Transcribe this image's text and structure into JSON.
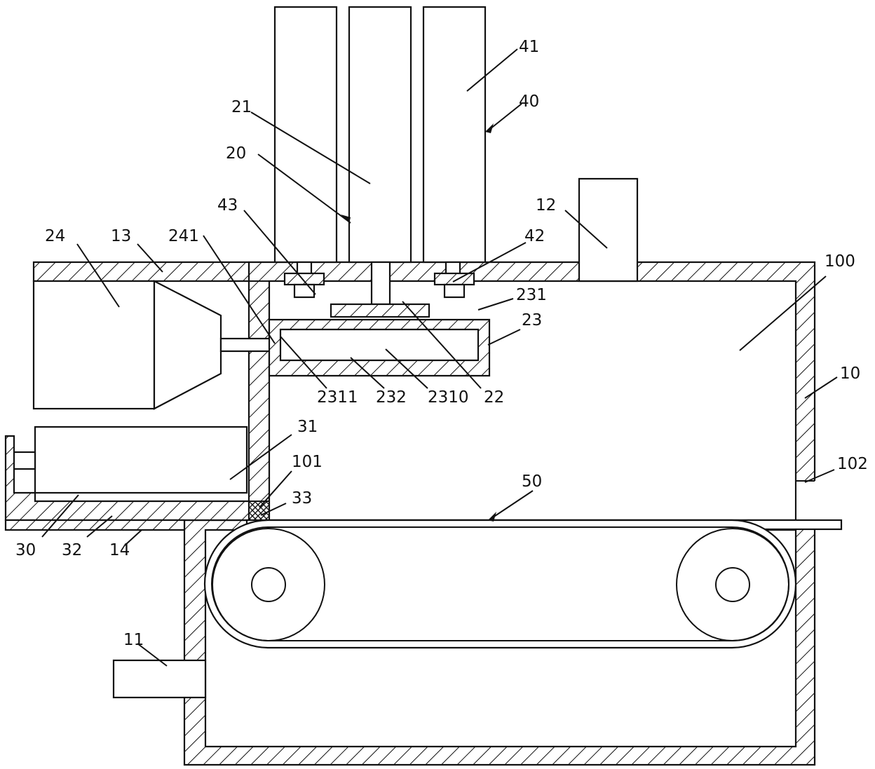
{
  "labels": {
    "l100": "100",
    "l10": "10",
    "l102": "102",
    "l11": "11",
    "l12": "12",
    "l13": "13",
    "l14": "14",
    "l20": "20",
    "l21": "21",
    "l22": "22",
    "l23": "23",
    "l24": "24",
    "l30": "30",
    "l31": "31",
    "l32": "32",
    "l33": "33",
    "l40": "40",
    "l41": "41",
    "l42": "42",
    "l43": "43",
    "l50": "50",
    "l101": "101",
    "l231": "231",
    "l232": "232",
    "l241": "241",
    "l2310": "2310",
    "l2311": "2311"
  }
}
